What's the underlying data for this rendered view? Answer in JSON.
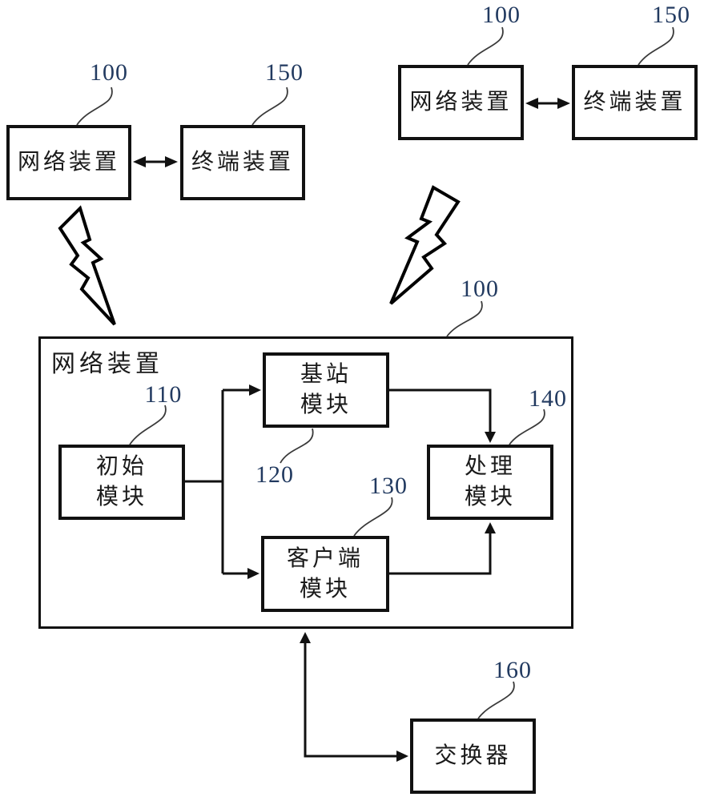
{
  "figure": {
    "background_color": "#ffffff",
    "line_color": "#111111",
    "text_color": "#1a1a1a",
    "ref_number_color": "#223a60",
    "top_left_pair": {
      "network_box": {
        "label": "网络装置",
        "ref": "100"
      },
      "terminal_box": {
        "label": "终端装置",
        "ref": "150"
      }
    },
    "top_right_pair": {
      "network_box": {
        "label": "网络装置",
        "ref": "100"
      },
      "terminal_box": {
        "label": "终端装置",
        "ref": "150"
      }
    },
    "network_device_box": {
      "label": "网络装置",
      "ref": "100",
      "modules": {
        "init": {
          "line1": "初始",
          "line2": "模块",
          "ref": "110"
        },
        "base_station": {
          "line1": "基站",
          "line2": "模块",
          "ref": "120"
        },
        "client": {
          "line1": "客户端",
          "line2": "模块",
          "ref": "130"
        },
        "processing": {
          "line1": "处理",
          "line2": "模块",
          "ref": "140"
        }
      }
    },
    "switch_box": {
      "label": "交换器",
      "ref": "160"
    }
  }
}
